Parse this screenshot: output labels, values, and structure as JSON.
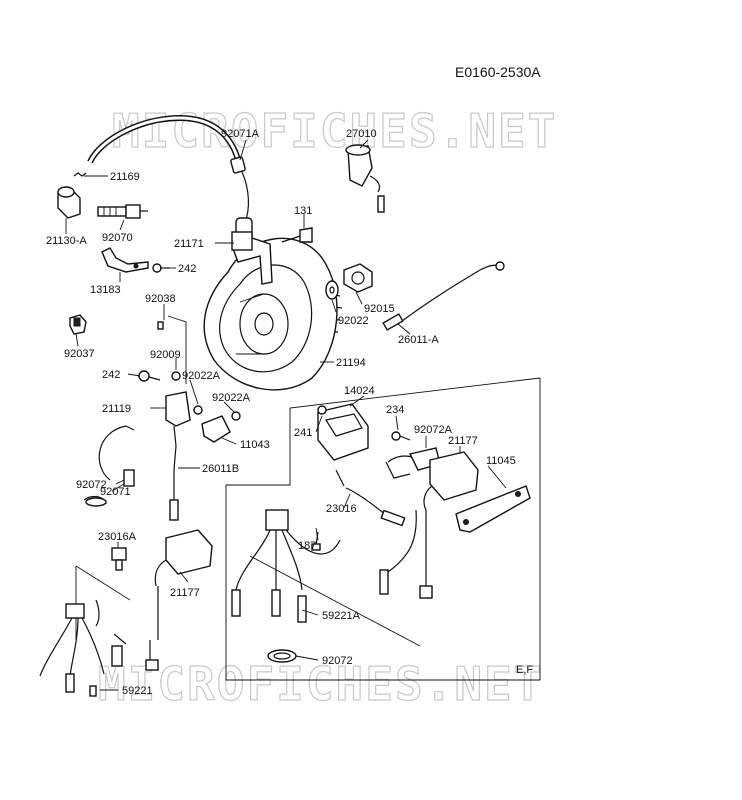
{
  "diagram": {
    "code": "E0160-2530A",
    "variant": "E,F",
    "watermark_top": "MICROFICHES.NET",
    "watermark_bottom": "MICROFICHES.NET",
    "parts": [
      {
        "id": "92071A"
      },
      {
        "id": "27010"
      },
      {
        "id": "21169"
      },
      {
        "id": "21130-A"
      },
      {
        "id": "92070"
      },
      {
        "id": "131"
      },
      {
        "id": "21171"
      },
      {
        "id": "242"
      },
      {
        "id": "13183"
      },
      {
        "id": "92015"
      },
      {
        "id": "92038"
      },
      {
        "id": "92022"
      },
      {
        "id": "26011-A"
      },
      {
        "id": "92037"
      },
      {
        "id": "92009"
      },
      {
        "id": "21194"
      },
      {
        "id": "242"
      },
      {
        "id": "92022A"
      },
      {
        "id": "14024"
      },
      {
        "id": "92022A"
      },
      {
        "id": "234"
      },
      {
        "id": "21119"
      },
      {
        "id": "241"
      },
      {
        "id": "92072A"
      },
      {
        "id": "11043"
      },
      {
        "id": "21177"
      },
      {
        "id": "11045"
      },
      {
        "id": "26011B"
      },
      {
        "id": "92072"
      },
      {
        "id": "92071"
      },
      {
        "id": "23016"
      },
      {
        "id": "23016A"
      },
      {
        "id": "187"
      },
      {
        "id": "21177"
      },
      {
        "id": "59221A"
      },
      {
        "id": "92072"
      },
      {
        "id": "59221"
      }
    ]
  }
}
